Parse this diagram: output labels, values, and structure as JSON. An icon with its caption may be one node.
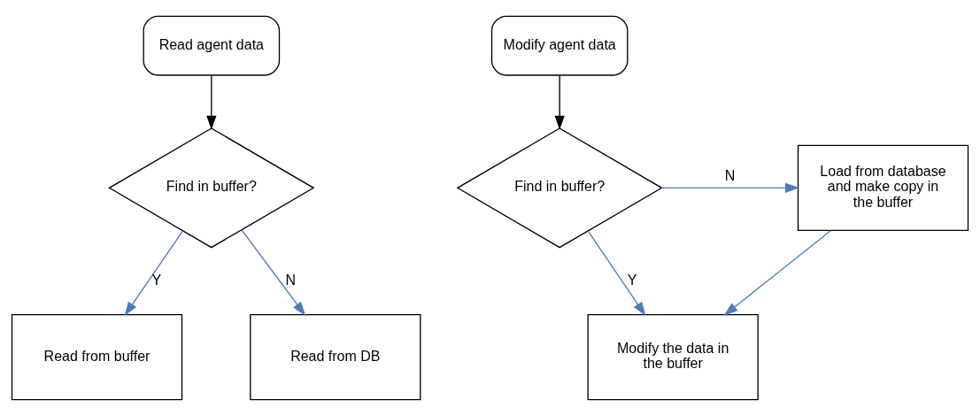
{
  "diagram": {
    "nodes": [
      {
        "text": [
          "Read agent data"
        ]
      },
      {
        "text": [
          "Find in buffer?"
        ]
      },
      {
        "text": [
          "Read from buffer"
        ]
      },
      {
        "text": [
          "Read from DB"
        ]
      },
      {
        "text": [
          "Modify agent data"
        ]
      },
      {
        "text": [
          "Find in buffer?"
        ]
      },
      {
        "text": [
          "Load from database and make copy in the buffer"
        ]
      },
      {
        "text": [
          "Modify the data in the buffer"
        ]
      }
    ],
    "edges": [
      {
        "from": 0,
        "to": 1,
        "arrow": "to",
        "color": "#000000"
      },
      {
        "from": 1,
        "to": 2,
        "arrow": "to",
        "label": "Y"
      },
      {
        "from": 1,
        "to": 3,
        "arrow": "to",
        "label": "N"
      },
      {
        "from": 4,
        "to": 5,
        "arrow": "to",
        "color": "#000000"
      },
      {
        "from": 5,
        "to": 6,
        "arrow": "to",
        "label": "N"
      },
      {
        "from": 5,
        "to": 7,
        "arrow": "to",
        "label": "Y"
      },
      {
        "from": 6,
        "to": 7,
        "arrow": "to"
      }
    ]
  }
}
